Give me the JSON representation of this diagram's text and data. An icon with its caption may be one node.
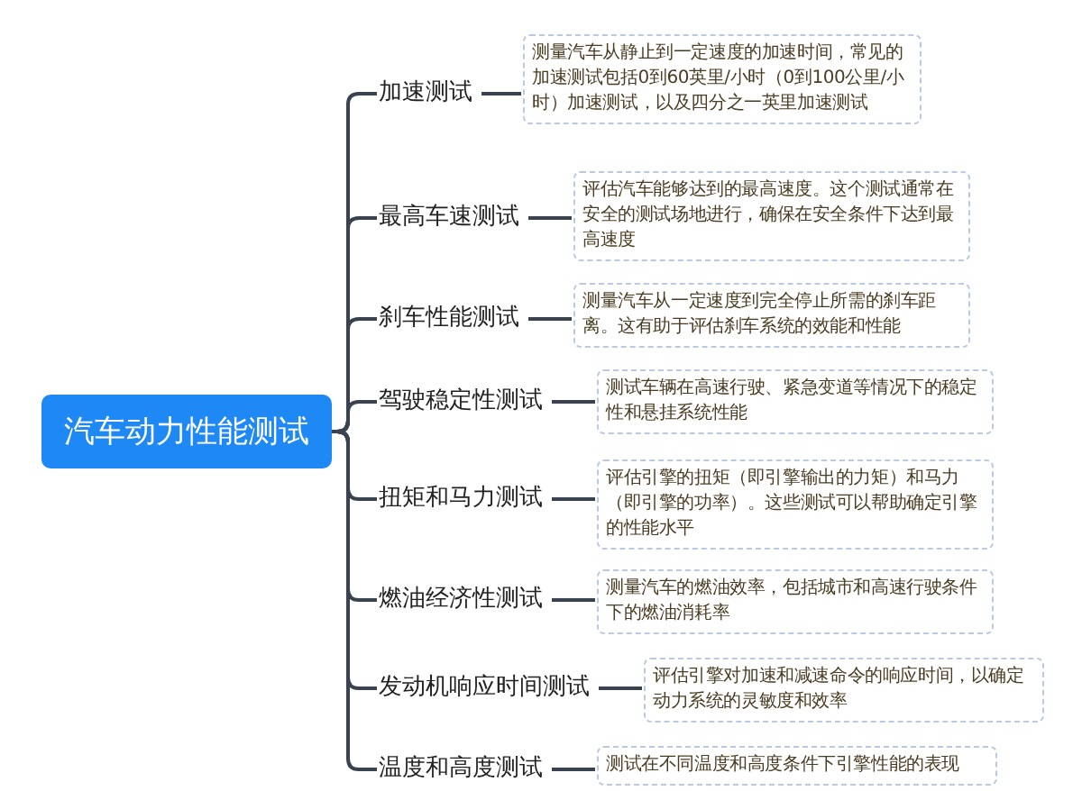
{
  "diagram": {
    "nodes": [
      {
        "text": [
          "汽车动力性能测试"
        ]
      },
      {
        "text": [
          "加速测试"
        ]
      },
      {
        "text": [
          "最高车速测试"
        ]
      },
      {
        "text": [
          "刹车性能测试"
        ]
      },
      {
        "text": [
          "驾驶稳定性测试"
        ]
      },
      {
        "text": [
          "扭矩和马力测试"
        ]
      },
      {
        "text": [
          "燃油经济性测试"
        ]
      },
      {
        "text": [
          "发动机响应时间测试"
        ]
      },
      {
        "text": [
          "温度和高度测试"
        ]
      },
      {
        "text": [
          "测量汽车从静止到一定速度的加速时间，常见的加速测试包括0到60英里/小时（0到100公里/小时）加速测试，以及四分之一英里加速测试"
        ]
      },
      {
        "text": [
          "评估汽车能够达到的最高速度。这个测试通常在安全的测试场地进行，确保在安全条件下达到最高速度"
        ]
      },
      {
        "text": [
          "测量汽车从一定速度到完全停止所需的刹车距离。这有助于评估刹车系统的效能和性能"
        ]
      },
      {
        "text": [
          "测试车辆在高速行驶、紧急变道等情况下的稳定性和悬挂系统性能"
        ]
      },
      {
        "text": [
          "评估引擎的扭矩（即引擎输出的力矩）和马力（即引擎的功率）。这些测试可以帮助确定引擎的性能水平"
        ]
      },
      {
        "text": [
          "测量汽车的燃油效率，包括城市和高速行驶条件下的燃油消耗率"
        ]
      },
      {
        "text": [
          "评估引擎对加速和减速命令的响应时间，以确定动力系统的灵敏度和效率"
        ]
      },
      {
        "text": [
          "测试在不同温度和高度条件下引擎性能的表现"
        ]
      }
    ],
    "edges": [
      {
        "from": 0,
        "to": 1,
        "arrow": "none"
      },
      {
        "from": 0,
        "to": 2,
        "arrow": "none"
      },
      {
        "from": 0,
        "to": 3,
        "arrow": "none"
      },
      {
        "from": 0,
        "to": 4,
        "arrow": "none"
      },
      {
        "from": 0,
        "to": 5,
        "arrow": "none"
      },
      {
        "from": 0,
        "to": 6,
        "arrow": "none"
      },
      {
        "from": 0,
        "to": 7,
        "arrow": "none"
      },
      {
        "from": 0,
        "to": 8,
        "arrow": "none"
      },
      {
        "from": 1,
        "to": 9,
        "arrow": "none"
      },
      {
        "from": 2,
        "to": 10,
        "arrow": "none"
      },
      {
        "from": 3,
        "to": 11,
        "arrow": "none"
      },
      {
        "from": 4,
        "to": 12,
        "arrow": "none"
      },
      {
        "from": 5,
        "to": 13,
        "arrow": "none"
      },
      {
        "from": 6,
        "to": 14,
        "arrow": "none"
      },
      {
        "from": 7,
        "to": 15,
        "arrow": "none"
      },
      {
        "from": 8,
        "to": 16,
        "arrow": "none"
      }
    ]
  }
}
